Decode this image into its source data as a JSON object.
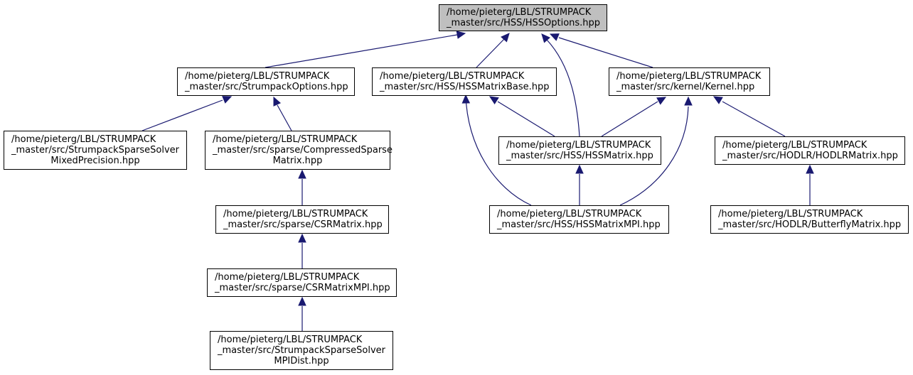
{
  "graph": {
    "root": "hssoptions",
    "colors": {
      "edge": "#191970",
      "root_fill": "#bfbfbf",
      "node_fill": "#ffffff",
      "border": "#000000"
    },
    "nodes": [
      {
        "id": "hssoptions",
        "lines": [
          "/home/pieterg/LBL/STRUMPACK",
          "_master/src/HSS/HSSOptions.hpp"
        ]
      },
      {
        "id": "strumpackoptions",
        "lines": [
          "/home/pieterg/LBL/STRUMPACK",
          "_master/src/StrumpackOptions.hpp"
        ]
      },
      {
        "id": "hssmatrixbase",
        "lines": [
          "/home/pieterg/LBL/STRUMPACK",
          "_master/src/HSS/HSSMatrixBase.hpp"
        ]
      },
      {
        "id": "kernel",
        "lines": [
          "/home/pieterg/LBL/STRUMPACK",
          "_master/src/kernel/Kernel.hpp"
        ]
      },
      {
        "id": "sparsesolvermixed",
        "lines": [
          "/home/pieterg/LBL/STRUMPACK",
          "_master/src/StrumpackSparseSolver",
          "MixedPrecision.hpp"
        ]
      },
      {
        "id": "compressedsparse",
        "lines": [
          "/home/pieterg/LBL/STRUMPACK",
          "_master/src/sparse/CompressedSparse",
          "Matrix.hpp"
        ]
      },
      {
        "id": "hssmatrix",
        "lines": [
          "/home/pieterg/LBL/STRUMPACK",
          "_master/src/HSS/HSSMatrix.hpp"
        ]
      },
      {
        "id": "hodlrmatrix",
        "lines": [
          "/home/pieterg/LBL/STRUMPACK",
          "_master/src/HODLR/HODLRMatrix.hpp"
        ]
      },
      {
        "id": "csrmatrix",
        "lines": [
          "/home/pieterg/LBL/STRUMPACK",
          "_master/src/sparse/CSRMatrix.hpp"
        ]
      },
      {
        "id": "hssmatrixmpi",
        "lines": [
          "/home/pieterg/LBL/STRUMPACK",
          "_master/src/HSS/HSSMatrixMPI.hpp"
        ]
      },
      {
        "id": "butterfly",
        "lines": [
          "/home/pieterg/LBL/STRUMPACK",
          "_master/src/HODLR/ButterflyMatrix.hpp"
        ]
      },
      {
        "id": "csrmatrixmpi",
        "lines": [
          "/home/pieterg/LBL/STRUMPACK",
          "_master/src/sparse/CSRMatrixMPI.hpp"
        ]
      },
      {
        "id": "sparsesolvermpidist",
        "lines": [
          "/home/pieterg/LBL/STRUMPACK",
          "_master/src/StrumpackSparseSolver",
          "MPIDist.hpp"
        ]
      }
    ],
    "edges": [
      {
        "from": "strumpackoptions",
        "to": "hssoptions"
      },
      {
        "from": "hssmatrixbase",
        "to": "hssoptions"
      },
      {
        "from": "hssmatrix",
        "to": "hssoptions"
      },
      {
        "from": "kernel",
        "to": "hssoptions"
      },
      {
        "from": "sparsesolvermixed",
        "to": "strumpackoptions"
      },
      {
        "from": "compressedsparse",
        "to": "strumpackoptions"
      },
      {
        "from": "hssmatrix",
        "to": "hssmatrixbase"
      },
      {
        "from": "hssmatrixmpi",
        "to": "hssmatrixbase"
      },
      {
        "from": "hssmatrix",
        "to": "kernel"
      },
      {
        "from": "hssmatrixmpi",
        "to": "kernel"
      },
      {
        "from": "hodlrmatrix",
        "to": "kernel"
      },
      {
        "from": "csrmatrix",
        "to": "compressedsparse"
      },
      {
        "from": "hssmatrixmpi",
        "to": "hssmatrix"
      },
      {
        "from": "butterfly",
        "to": "hodlrmatrix"
      },
      {
        "from": "csrmatrixmpi",
        "to": "csrmatrix"
      },
      {
        "from": "sparsesolvermpidist",
        "to": "csrmatrixmpi"
      }
    ]
  }
}
